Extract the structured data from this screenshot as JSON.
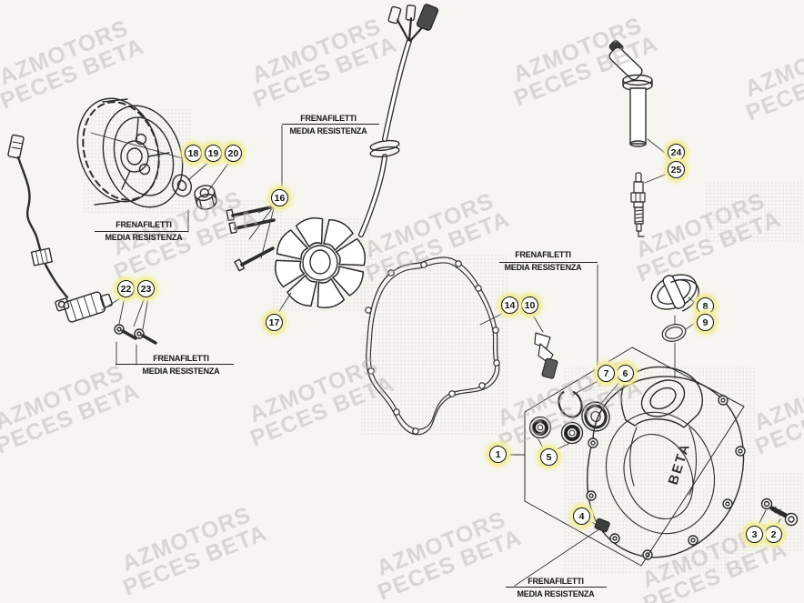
{
  "watermark": {
    "line1": "AZMOTORS",
    "line2": "PECES BETA"
  },
  "thread_lock_label": {
    "line1": "FRENAFILETTI",
    "line2": "MEDIA RESISTENZA"
  },
  "cover_logo": "BETA",
  "callouts": [
    {
      "number": "1"
    },
    {
      "number": "2"
    },
    {
      "number": "3"
    },
    {
      "number": "4"
    },
    {
      "number": "5"
    },
    {
      "number": "6"
    },
    {
      "number": "7"
    },
    {
      "number": "8"
    },
    {
      "number": "9"
    },
    {
      "number": "10"
    },
    {
      "number": "14"
    },
    {
      "number": "16"
    },
    {
      "number": "17"
    },
    {
      "number": "18"
    },
    {
      "number": "19"
    },
    {
      "number": "20"
    },
    {
      "number": "22"
    },
    {
      "number": "23"
    },
    {
      "number": "24"
    },
    {
      "number": "25"
    }
  ],
  "colors": {
    "background": "#f7f5f2",
    "line_art": "#2b2b2b",
    "callout_highlight": "#f2efa2",
    "watermark": "#d8d1d1"
  }
}
